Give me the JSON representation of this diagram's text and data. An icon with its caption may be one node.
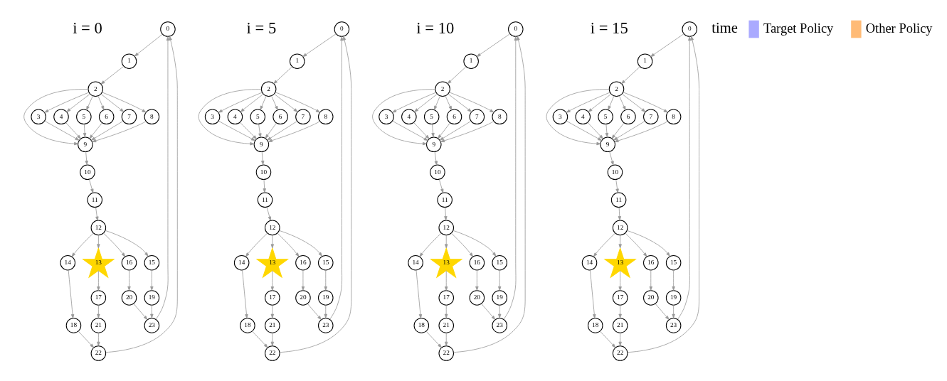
{
  "diagram": {
    "nodes": [
      {
        "text": [
          "0"
        ]
      },
      {
        "text": [
          "1"
        ]
      },
      {
        "text": [
          "2"
        ]
      },
      {
        "text": [
          "3"
        ]
      },
      {
        "text": [
          "4"
        ]
      },
      {
        "text": [
          "5"
        ]
      },
      {
        "text": [
          "6"
        ]
      },
      {
        "text": [
          "7"
        ]
      },
      {
        "text": [
          "8"
        ]
      },
      {
        "text": [
          "9"
        ]
      },
      {
        "text": [
          "10"
        ]
      },
      {
        "text": [
          "11"
        ]
      },
      {
        "text": [
          "12"
        ]
      },
      {
        "text": [
          "13"
        ]
      },
      {
        "text": [
          "14"
        ]
      },
      {
        "text": [
          "15"
        ]
      },
      {
        "text": [
          "16"
        ]
      },
      {
        "text": [
          "17"
        ]
      },
      {
        "text": [
          "18"
        ]
      },
      {
        "text": [
          "19"
        ]
      },
      {
        "text": [
          "20"
        ]
      },
      {
        "text": [
          "21"
        ]
      },
      {
        "text": [
          "22"
        ]
      },
      {
        "text": [
          "23"
        ]
      },
      {
        "text": [
          "0"
        ]
      },
      {
        "text": [
          "1"
        ]
      },
      {
        "text": [
          "2"
        ]
      },
      {
        "text": [
          "3"
        ]
      },
      {
        "text": [
          "4"
        ]
      },
      {
        "text": [
          "5"
        ]
      },
      {
        "text": [
          "6"
        ]
      },
      {
        "text": [
          "7"
        ]
      },
      {
        "text": [
          "8"
        ]
      },
      {
        "text": [
          "9"
        ]
      },
      {
        "text": [
          "10"
        ]
      },
      {
        "text": [
          "11"
        ]
      },
      {
        "text": [
          "12"
        ]
      },
      {
        "text": [
          "13"
        ]
      },
      {
        "text": [
          "14"
        ]
      },
      {
        "text": [
          "15"
        ]
      },
      {
        "text": [
          "16"
        ]
      },
      {
        "text": [
          "17"
        ]
      },
      {
        "text": [
          "18"
        ]
      },
      {
        "text": [
          "19"
        ]
      },
      {
        "text": [
          "20"
        ]
      },
      {
        "text": [
          "21"
        ]
      },
      {
        "text": [
          "22"
        ]
      },
      {
        "text": [
          "23"
        ]
      },
      {
        "text": [
          "0"
        ]
      },
      {
        "text": [
          "1"
        ]
      },
      {
        "text": [
          "2"
        ]
      },
      {
        "text": [
          "3"
        ]
      },
      {
        "text": [
          "4"
        ]
      },
      {
        "text": [
          "5"
        ]
      },
      {
        "text": [
          "6"
        ]
      },
      {
        "text": [
          "7"
        ]
      },
      {
        "text": [
          "8"
        ]
      },
      {
        "text": [
          "9"
        ]
      },
      {
        "text": [
          "10"
        ]
      },
      {
        "text": [
          "11"
        ]
      },
      {
        "text": [
          "12"
        ]
      },
      {
        "text": [
          "13"
        ]
      },
      {
        "text": [
          "14"
        ]
      },
      {
        "text": [
          "15"
        ]
      },
      {
        "text": [
          "16"
        ]
      },
      {
        "text": [
          "17"
        ]
      },
      {
        "text": [
          "18"
        ]
      },
      {
        "text": [
          "19"
        ]
      },
      {
        "text": [
          "20"
        ]
      },
      {
        "text": [
          "21"
        ]
      },
      {
        "text": [
          "22"
        ]
      },
      {
        "text": [
          "23"
        ]
      },
      {
        "text": [
          "0"
        ]
      },
      {
        "text": [
          "1"
        ]
      },
      {
        "text": [
          "2"
        ]
      },
      {
        "text": [
          "3"
        ]
      },
      {
        "text": [
          "4"
        ]
      },
      {
        "text": [
          "5"
        ]
      },
      {
        "text": [
          "6"
        ]
      },
      {
        "text": [
          "7"
        ]
      },
      {
        "text": [
          "8"
        ]
      },
      {
        "text": [
          "9"
        ]
      },
      {
        "text": [
          "10"
        ]
      },
      {
        "text": [
          "11"
        ]
      },
      {
        "text": [
          "12"
        ]
      },
      {
        "text": [
          "13"
        ]
      },
      {
        "text": [
          "14"
        ]
      },
      {
        "text": [
          "15"
        ]
      },
      {
        "text": [
          "16"
        ]
      },
      {
        "text": [
          "17"
        ]
      },
      {
        "text": [
          "18"
        ]
      },
      {
        "text": [
          "19"
        ]
      },
      {
        "text": [
          "20"
        ]
      },
      {
        "text": [
          "21"
        ]
      },
      {
        "text": [
          "22"
        ]
      },
      {
        "text": [
          "23"
        ]
      }
    ],
    "edges": [
      {
        "from": 0,
        "to": 1,
        "arrow": "to"
      },
      {
        "from": 1,
        "to": 2,
        "arrow": "to"
      },
      {
        "from": 2,
        "to": 3,
        "arrow": "to"
      },
      {
        "from": 2,
        "to": 4,
        "arrow": "to"
      },
      {
        "from": 2,
        "to": 5,
        "arrow": "to"
      },
      {
        "from": 2,
        "to": 6,
        "arrow": "to"
      },
      {
        "from": 2,
        "to": 7,
        "arrow": "to"
      },
      {
        "from": 2,
        "to": 8,
        "arrow": "to"
      },
      {
        "from": 2,
        "to": 9,
        "arrow": "to"
      },
      {
        "from": 3,
        "to": 9,
        "arrow": "to"
      },
      {
        "from": 4,
        "to": 9,
        "arrow": "to"
      },
      {
        "from": 5,
        "to": 9,
        "arrow": "to"
      },
      {
        "from": 6,
        "to": 9,
        "arrow": "to"
      },
      {
        "from": 7,
        "to": 9,
        "arrow": "to"
      },
      {
        "from": 8,
        "to": 9,
        "arrow": "to"
      },
      {
        "from": 9,
        "to": 10,
        "arrow": "to"
      },
      {
        "from": 10,
        "to": 11,
        "arrow": "to"
      },
      {
        "from": 11,
        "to": 12,
        "arrow": "to"
      },
      {
        "from": 12,
        "to": 13,
        "arrow": "to"
      },
      {
        "from": 13,
        "to": 17,
        "arrow": "to"
      },
      {
        "from": 17,
        "to": 21,
        "arrow": "to"
      },
      {
        "from": 21,
        "to": 22,
        "arrow": "to"
      },
      {
        "from": 22,
        "to": 0,
        "arrow": "to"
      },
      {
        "from": 12,
        "to": 16,
        "arrow": "to"
      },
      {
        "from": 12,
        "to": 15,
        "arrow": "to"
      },
      {
        "from": 12,
        "to": 14,
        "arrow": "to"
      },
      {
        "from": 16,
        "to": 20,
        "arrow": "to"
      },
      {
        "from": 15,
        "to": 19,
        "arrow": "to"
      },
      {
        "from": 14,
        "to": 18,
        "arrow": "to"
      },
      {
        "from": 20,
        "to": 23,
        "arrow": "to"
      },
      {
        "from": 19,
        "to": 23,
        "arrow": "to"
      },
      {
        "from": 18,
        "to": 22,
        "arrow": "to"
      },
      {
        "from": 23,
        "to": 0,
        "arrow": "to"
      },
      {
        "from": 24,
        "to": 25,
        "arrow": "to"
      },
      {
        "from": 25,
        "to": 26,
        "arrow": "to"
      },
      {
        "from": 26,
        "to": 27,
        "arrow": "to"
      },
      {
        "from": 26,
        "to": 28,
        "arrow": "to"
      },
      {
        "from": 26,
        "to": 29,
        "arrow": "to"
      },
      {
        "from": 26,
        "to": 30,
        "arrow": "to"
      },
      {
        "from": 26,
        "to": 31,
        "arrow": "to"
      },
      {
        "from": 26,
        "to": 32,
        "arrow": "to"
      },
      {
        "from": 26,
        "to": 33,
        "arrow": "to"
      },
      {
        "from": 27,
        "to": 33,
        "arrow": "to"
      },
      {
        "from": 28,
        "to": 33,
        "arrow": "to"
      },
      {
        "from": 29,
        "to": 33,
        "arrow": "to"
      },
      {
        "from": 30,
        "to": 33,
        "arrow": "to"
      },
      {
        "from": 31,
        "to": 33,
        "arrow": "to"
      },
      {
        "from": 32,
        "to": 33,
        "arrow": "to"
      },
      {
        "from": 33,
        "to": 34,
        "arrow": "to"
      },
      {
        "from": 34,
        "to": 35,
        "arrow": "to"
      },
      {
        "from": 35,
        "to": 36,
        "arrow": "to"
      },
      {
        "from": 36,
        "to": 37,
        "arrow": "to"
      },
      {
        "from": 37,
        "to": 41,
        "arrow": "to"
      },
      {
        "from": 41,
        "to": 45,
        "arrow": "to"
      },
      {
        "from": 45,
        "to": 46,
        "arrow": "to"
      },
      {
        "from": 46,
        "to": 24,
        "arrow": "to"
      },
      {
        "from": 36,
        "to": 40,
        "arrow": "to"
      },
      {
        "from": 36,
        "to": 39,
        "arrow": "to"
      },
      {
        "from": 36,
        "to": 38,
        "arrow": "to"
      },
      {
        "from": 40,
        "to": 44,
        "arrow": "to"
      },
      {
        "from": 39,
        "to": 43,
        "arrow": "to"
      },
      {
        "from": 38,
        "to": 42,
        "arrow": "to"
      },
      {
        "from": 44,
        "to": 47,
        "arrow": "to"
      },
      {
        "from": 43,
        "to": 47,
        "arrow": "to"
      },
      {
        "from": 42,
        "to": 46,
        "arrow": "to"
      },
      {
        "from": 47,
        "to": 24,
        "arrow": "to"
      },
      {
        "from": 48,
        "to": 49,
        "arrow": "to"
      },
      {
        "from": 49,
        "to": 50,
        "arrow": "to"
      },
      {
        "from": 50,
        "to": 51,
        "arrow": "to"
      },
      {
        "from": 50,
        "to": 52,
        "arrow": "to"
      },
      {
        "from": 50,
        "to": 53,
        "arrow": "to"
      },
      {
        "from": 50,
        "to": 54,
        "arrow": "to"
      },
      {
        "from": 50,
        "to": 55,
        "arrow": "to"
      },
      {
        "from": 50,
        "to": 56,
        "arrow": "to"
      },
      {
        "from": 50,
        "to": 57,
        "arrow": "to"
      },
      {
        "from": 51,
        "to": 57,
        "arrow": "to"
      },
      {
        "from": 52,
        "to": 57,
        "arrow": "to"
      },
      {
        "from": 53,
        "to": 57,
        "arrow": "to"
      },
      {
        "from": 54,
        "to": 57,
        "arrow": "to"
      },
      {
        "from": 55,
        "to": 57,
        "arrow": "to"
      },
      {
        "from": 56,
        "to": 57,
        "arrow": "to"
      },
      {
        "from": 57,
        "to": 58,
        "arrow": "to"
      },
      {
        "from": 58,
        "to": 59,
        "arrow": "to"
      },
      {
        "from": 59,
        "to": 60,
        "arrow": "to"
      },
      {
        "from": 60,
        "to": 61,
        "arrow": "to"
      },
      {
        "from": 61,
        "to": 65,
        "arrow": "to"
      },
      {
        "from": 65,
        "to": 69,
        "arrow": "to"
      },
      {
        "from": 69,
        "to": 70,
        "arrow": "to"
      },
      {
        "from": 70,
        "to": 48,
        "arrow": "to"
      },
      {
        "from": 60,
        "to": 64,
        "arrow": "to"
      },
      {
        "from": 60,
        "to": 63,
        "arrow": "to"
      },
      {
        "from": 60,
        "to": 62,
        "arrow": "to"
      },
      {
        "from": 64,
        "to": 68,
        "arrow": "to"
      },
      {
        "from": 63,
        "to": 67,
        "arrow": "to"
      },
      {
        "from": 62,
        "to": 66,
        "arrow": "to"
      },
      {
        "from": 68,
        "to": 71,
        "arrow": "to"
      },
      {
        "from": 67,
        "to": 71,
        "arrow": "to"
      },
      {
        "from": 66,
        "to": 70,
        "arrow": "to"
      },
      {
        "from": 71,
        "to": 48,
        "arrow": "to"
      },
      {
        "from": 72,
        "to": 73,
        "arrow": "to"
      },
      {
        "from": 73,
        "to": 74,
        "arrow": "to"
      },
      {
        "from": 74,
        "to": 75,
        "arrow": "to"
      },
      {
        "from": 74,
        "to": 76,
        "arrow": "to"
      },
      {
        "from": 74,
        "to": 77,
        "arrow": "to"
      },
      {
        "from": 74,
        "to": 78,
        "arrow": "to"
      },
      {
        "from": 74,
        "to": 79,
        "arrow": "to"
      },
      {
        "from": 74,
        "to": 80,
        "arrow": "to"
      },
      {
        "from": 74,
        "to": 81,
        "arrow": "to"
      },
      {
        "from": 75,
        "to": 81,
        "arrow": "to"
      },
      {
        "from": 76,
        "to": 81,
        "arrow": "to"
      },
      {
        "from": 77,
        "to": 81,
        "arrow": "to"
      },
      {
        "from": 78,
        "to": 81,
        "arrow": "to"
      },
      {
        "from": 79,
        "to": 81,
        "arrow": "to"
      },
      {
        "from": 80,
        "to": 81,
        "arrow": "to"
      },
      {
        "from": 81,
        "to": 82,
        "arrow": "to"
      },
      {
        "from": 82,
        "to": 83,
        "arrow": "to"
      },
      {
        "from": 83,
        "to": 84,
        "arrow": "to"
      },
      {
        "from": 84,
        "to": 85,
        "arrow": "to"
      },
      {
        "from": 85,
        "to": 89,
        "arrow": "to"
      },
      {
        "from": 89,
        "to": 93,
        "arrow": "to"
      },
      {
        "from": 93,
        "to": 94,
        "arrow": "to"
      },
      {
        "from": 94,
        "to": 72,
        "arrow": "to"
      },
      {
        "from": 84,
        "to": 88,
        "arrow": "to"
      },
      {
        "from": 84,
        "to": 87,
        "arrow": "to"
      },
      {
        "from": 84,
        "to": 86,
        "arrow": "to"
      },
      {
        "from": 88,
        "to": 92,
        "arrow": "to"
      },
      {
        "from": 87,
        "to": 91,
        "arrow": "to"
      },
      {
        "from": 86,
        "to": 90,
        "arrow": "to"
      },
      {
        "from": 92,
        "to": 95,
        "arrow": "to"
      },
      {
        "from": 91,
        "to": 95,
        "arrow": "to"
      },
      {
        "from": 90,
        "to": 94,
        "arrow": "to"
      },
      {
        "from": 95,
        "to": 72,
        "arrow": "to"
      }
    ],
    "labels": [
      "i = 0",
      "i = 5",
      "i = 10",
      "i = 15",
      "time"
    ],
    "legend": [
      {
        "text": "Target Policy",
        "color": "#aaaaff"
      },
      {
        "text": "Other Policy",
        "color": "#ffbb77"
      }
    ]
  }
}
